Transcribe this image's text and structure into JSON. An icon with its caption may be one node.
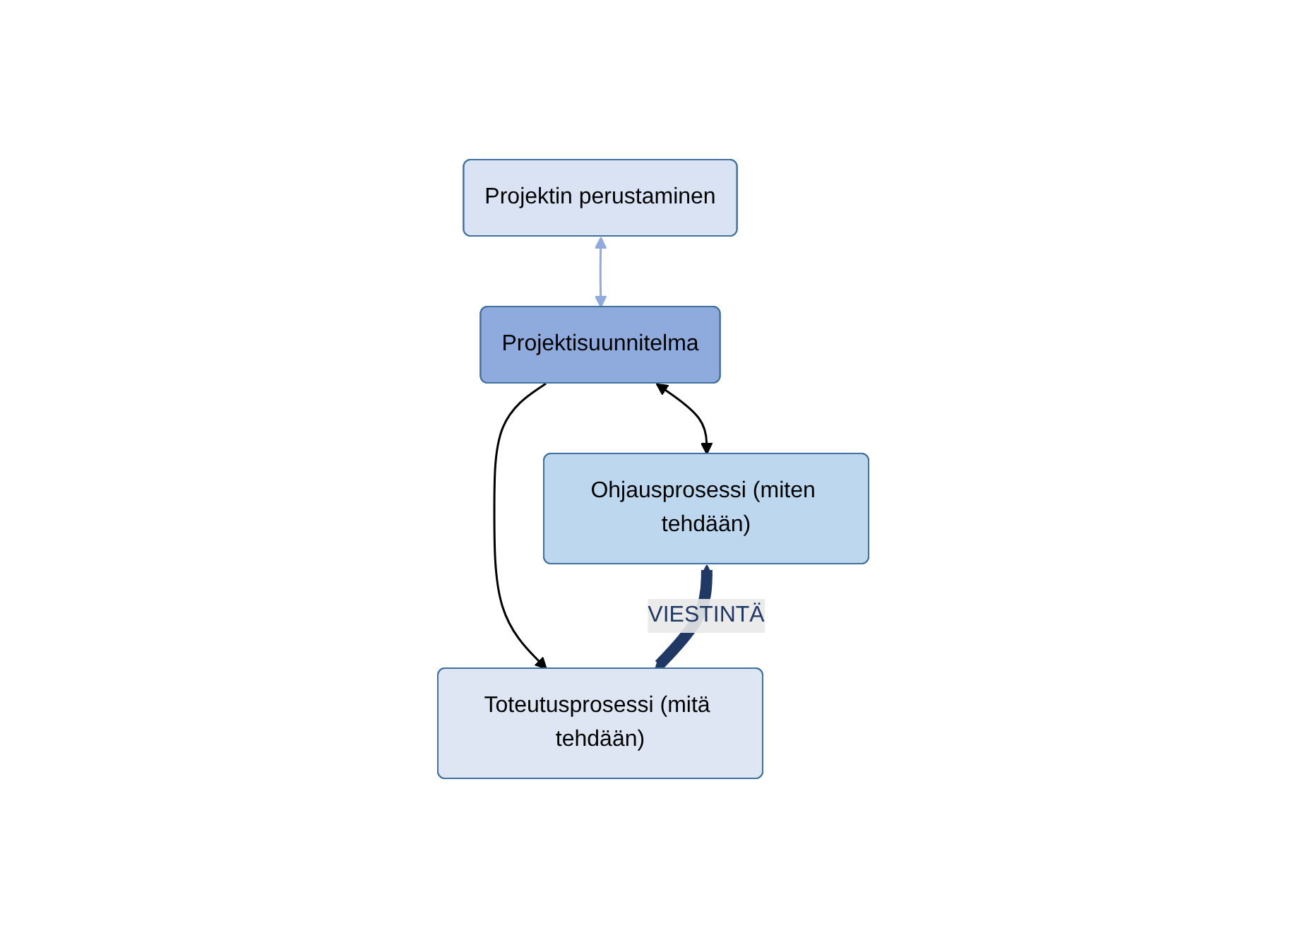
{
  "diagram": {
    "nodes": [
      {
        "text": [
          "Projektin perustaminen"
        ]
      },
      {
        "text": [
          "Projektisuunnitelma"
        ]
      },
      {
        "text": [
          "Ohjausprosessi (miten tehdään)"
        ]
      },
      {
        "text": [
          "Toteutusprosessi (mitä tehdään)"
        ]
      }
    ],
    "edges": [
      {
        "from": 0,
        "to": 1,
        "arrow": "both",
        "color": "#8faadc"
      },
      {
        "from": 1,
        "to": 2,
        "arrow": "both"
      },
      {
        "from": 1,
        "to": 3,
        "arrow": "to"
      },
      {
        "from": 2,
        "to": 3,
        "arrow": "both",
        "label": "VIESTINTÄ",
        "style": "thick",
        "color": "#203864"
      }
    ]
  }
}
